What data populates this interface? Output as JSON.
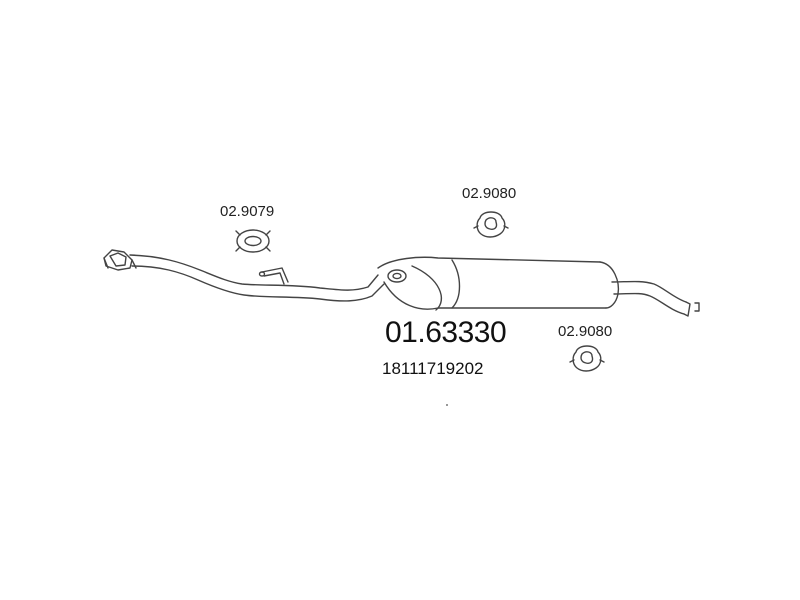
{
  "diagram": {
    "part_number": "01.63330",
    "oe_number": "18111719202",
    "clamp_labels": [
      {
        "label": "02.9079"
      },
      {
        "label": "02.9080"
      },
      {
        "label": "02.9080"
      }
    ],
    "line_color": "#444444"
  }
}
